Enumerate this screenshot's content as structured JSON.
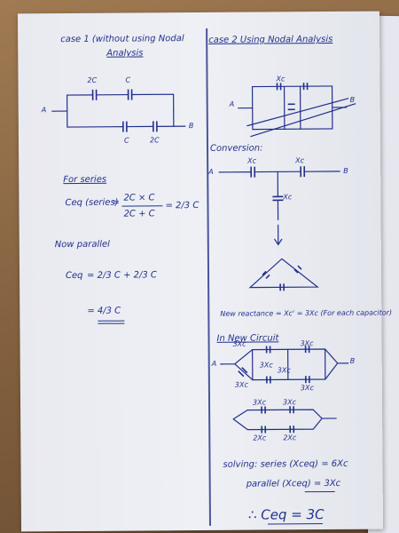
{
  "left": {
    "heading_line1": "case 1 (without using Nodal",
    "heading_line2": "Analysis",
    "circuit1": {
      "top_cap1": "2C",
      "top_cap2": "C",
      "bottom_cap1": "C",
      "bottom_cap2": "2C",
      "node_a": "A",
      "node_b": "B"
    },
    "series_label": "For series",
    "series_lhs": "Ceq (series)",
    "series_eq": "=",
    "series_num": "2C × C",
    "series_den": "2C + C",
    "series_result": "= 2/3 C",
    "parallel_label": "Now parallel",
    "parallel_lhs": "Ceq",
    "parallel_expr": "= 2/3 C + 2/3 C",
    "parallel_result": "= 4/3 C"
  },
  "right": {
    "heading": "case 2 Using Nodal Analysis",
    "bridge": {
      "label_top": "Xc",
      "node_a": "A",
      "node_b": "B"
    },
    "conversion_label": "Conversion:",
    "star": {
      "cap1": "Xc",
      "cap2": "Xc",
      "cap3": "Xc",
      "node_a": "A",
      "node_b": "B"
    },
    "new_reactance": "New reactance = Xc' = 3Xc (For each capacitor)",
    "new_circuit_label": "In New Circuit",
    "nc": {
      "c1": "3Xc",
      "c2": "3Xc",
      "c3": "3Xc",
      "c4": "3Xc",
      "c5": "3Xc",
      "c6": "3Xc",
      "node_a": "A",
      "node_b": "B"
    },
    "reduced": {
      "top1": "3Xc",
      "top2": "3Xc",
      "bot1": "2Xc",
      "bot2": "2Xc"
    },
    "solving_line1": "solving: series (Xceq) = 6Xc",
    "solving_line2": "parallel (Xceq) = 3Xc",
    "final": "∴ Ceq = 3C"
  }
}
